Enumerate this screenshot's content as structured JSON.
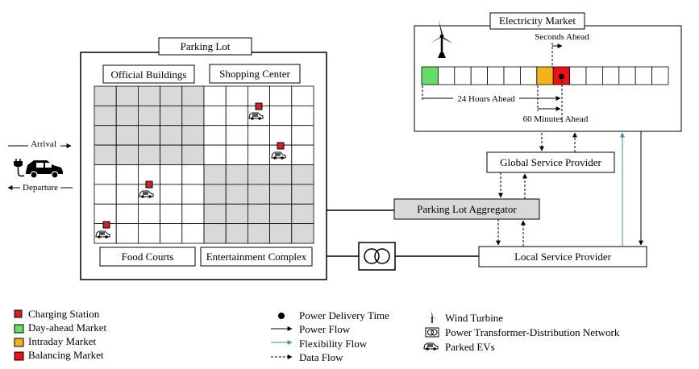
{
  "parking": {
    "title": "Parking Lot",
    "zones": {
      "official": "Official Buildings",
      "shopping": "Shopping Center",
      "food": "Food Courts",
      "entertainment": "Entertainment Complex"
    }
  },
  "arrival": "Arrival",
  "departure": "Departure",
  "market": {
    "title": "Electricity Market",
    "seconds_ahead": "Seconds Ahead",
    "hours_ahead": "24 Hours Ahead",
    "minutes_ahead": "60 Minutes Ahead"
  },
  "entities": {
    "gsp": "Global Service Provider",
    "pla": "Parking Lot Aggregator",
    "lsp": "Local Service Provider"
  },
  "legend": {
    "col1": [
      {
        "label": "Charging Station",
        "color": "#d42020"
      },
      {
        "label": "Day-ahead Market",
        "color": "#66dd66"
      },
      {
        "label": "Intraday Market",
        "color": "#f5b21a"
      },
      {
        "label": "Balancing Market",
        "color": "#ee1111"
      }
    ],
    "col2": [
      {
        "label": "Power Delivery Time"
      },
      {
        "label": "Power Flow"
      },
      {
        "label": "Flexibility Flow",
        "color": "#3b8fb0"
      },
      {
        "label": "Data Flow"
      }
    ],
    "col3": [
      {
        "label": "Wind Turbine",
        "icon": "wind-turbine-icon"
      },
      {
        "label": "Power Transformer-Distribution Network",
        "icon": "transformer-icon"
      },
      {
        "label": "Parked EVs",
        "icon": "car-icon"
      }
    ]
  }
}
